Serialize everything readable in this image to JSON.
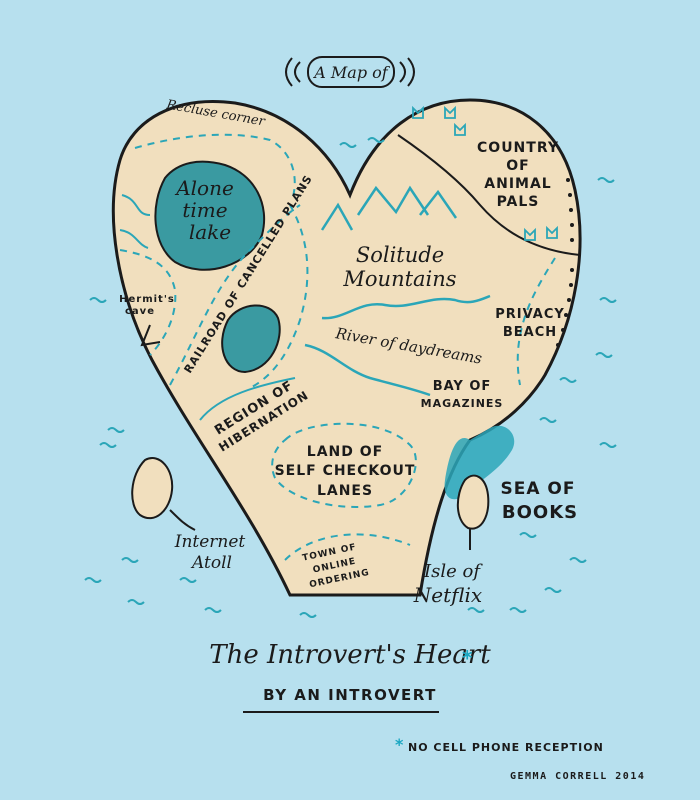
{
  "map_header": {
    "text": "A Map of"
  },
  "regions": {
    "recluse_corner": "Recluse corner",
    "lake_line1": "Alone",
    "lake_line2": "time",
    "lake_line3": "lake",
    "hermits_cave_line1": "Hermit's",
    "hermits_cave_line2": "cave",
    "railroad": "RAILROAD OF CANCELLED PLANS",
    "hibernation_line1": "REGION OF",
    "hibernation_line2": "HIBERNATION",
    "mountains_line1": "Solitude",
    "mountains_line2": "Mountains",
    "river": "River of daydreams",
    "animal_pals_line1": "COUNTRY",
    "animal_pals_line2": "OF",
    "animal_pals_line3": "ANIMAL",
    "animal_pals_line4": "PALS",
    "privacy_beach_line1": "PRIVACY",
    "privacy_beach_line2": "BEACH",
    "magazines_line1": "BAY OF",
    "magazines_line2": "MAGAZINES",
    "checkout_line1": "LAND OF",
    "checkout_line2": "SELF CHECKOUT",
    "checkout_line3": "LANES",
    "ordering_line1": "TOWN OF",
    "ordering_line2": "ONLINE",
    "ordering_line3": "ORDERING",
    "atoll_line1": "Internet",
    "atoll_line2": "Atoll",
    "netflix_line1": "Isle of",
    "netflix_line2": "Netflix",
    "sea_line1": "SEA OF",
    "sea_line2": "BOOKS"
  },
  "title": "The Introvert's Heart",
  "title_star": "*",
  "subtitle": "BY AN INTROVERT",
  "footnote_star": "*",
  "footnote": "NO CELL PHONE RECEPTION",
  "credit": "GEMMA CORRELL 2014",
  "colors": {
    "sea": "#b7e0ee",
    "land": "#f1dfbe",
    "water": "#2ba6b8",
    "lake": "#3a9aa1",
    "ink": "#1b1b1b",
    "accent": "#1aa7c2"
  }
}
